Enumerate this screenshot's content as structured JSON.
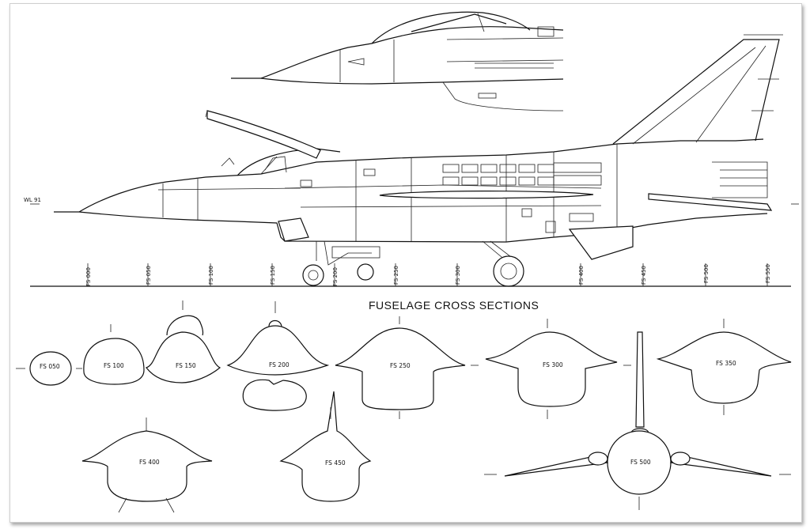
{
  "title": "FUSELAGE  CROSS SECTIONS",
  "waterline_label": "WL 91",
  "station_ticks": [
    "FS 000",
    "FS 050",
    "FS 100",
    "FS 150",
    "FS 200",
    "FS 250",
    "FS 300",
    "FS 400",
    "FS 450",
    "FS 500",
    "FS 550"
  ],
  "sections": {
    "fs050": "FS 050",
    "fs100": "FS 100",
    "fs150": "FS 150",
    "fs200": "FS 200",
    "fs250": "FS 250",
    "fs300": "FS 300",
    "fs350": "FS 350",
    "fs400": "FS 400",
    "fs450": "FS 450",
    "fs500": "FS 500"
  }
}
